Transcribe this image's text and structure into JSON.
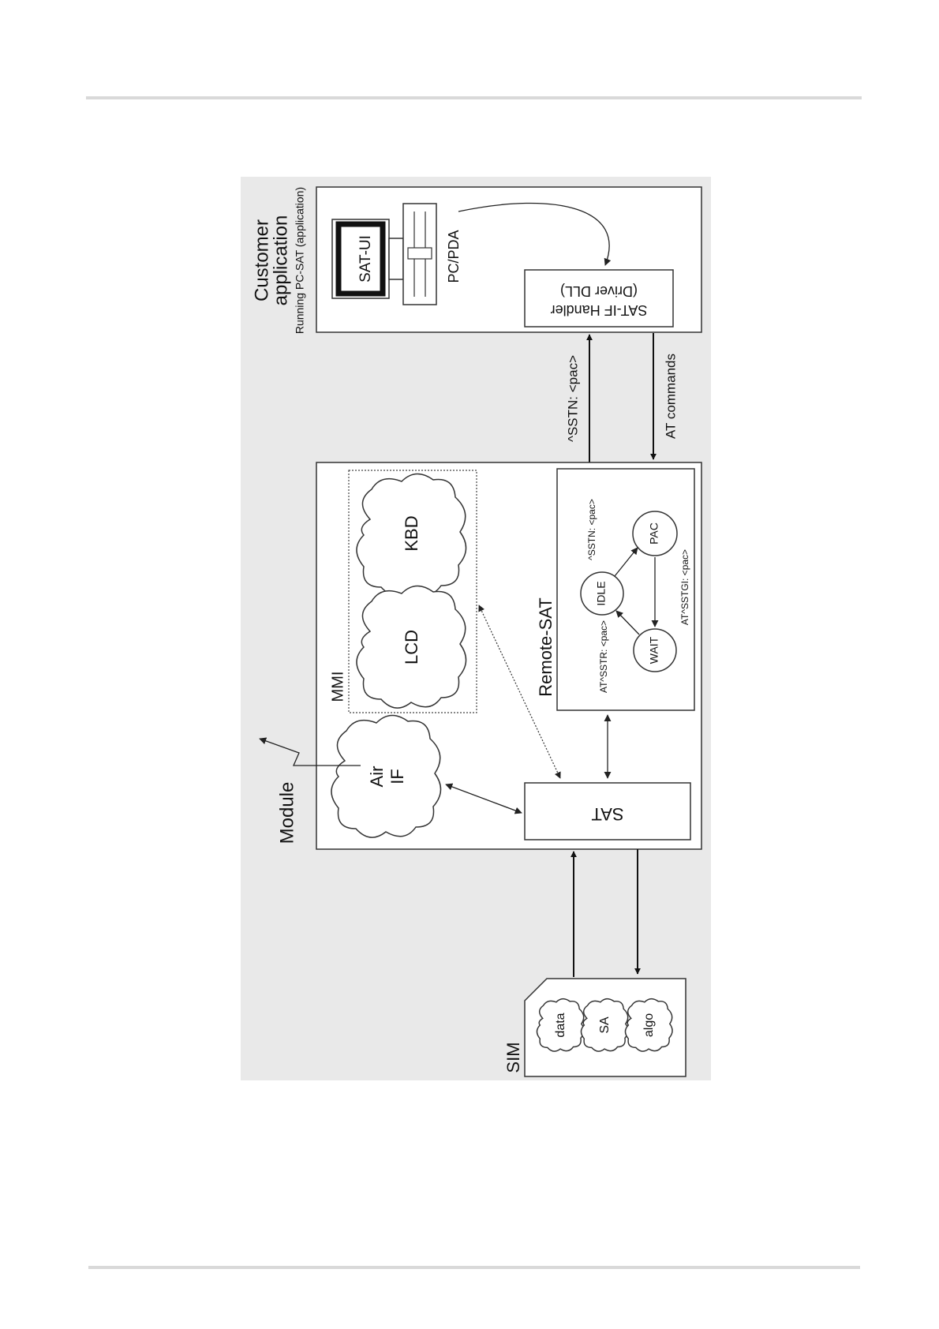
{
  "diagram": {
    "customer": {
      "title_line1": "Customer",
      "title_line2": "application",
      "subtitle": "Running PC-SAT (application)",
      "screen_label": "SAT-UI",
      "pc_label": "PC/PDA",
      "handler_line1": "SAT-IF Handler",
      "handler_line2": "(Driver DLL)"
    },
    "links": {
      "sstn": "^SSTN: <pac>",
      "at_commands": "AT commands"
    },
    "module": {
      "title": "Module",
      "mmi_label": "MMI",
      "lcd_label": "LCD",
      "kbd_label": "KBD",
      "air_if_line1": "Air",
      "air_if_line2": "IF",
      "sat_label": "SAT"
    },
    "remote_sat": {
      "title": "Remote-SAT",
      "states": {
        "idle": "IDLE",
        "pac": "PAC",
        "wait": "WAIT"
      },
      "transitions": {
        "idle_to_pac": "^SSTN: <pac>",
        "pac_to_wait": "AT^SSTGI: <pac>",
        "wait_to_idle": "AT^SSTR: <pac>"
      }
    },
    "sim": {
      "title": "SIM",
      "items": [
        "data",
        "SA",
        "algo"
      ]
    }
  },
  "colors": {
    "figure_background": "#e9e9e9",
    "box_fill": "#ffffff",
    "stroke": "#333333",
    "page_rule": "#d9d9d9"
  }
}
